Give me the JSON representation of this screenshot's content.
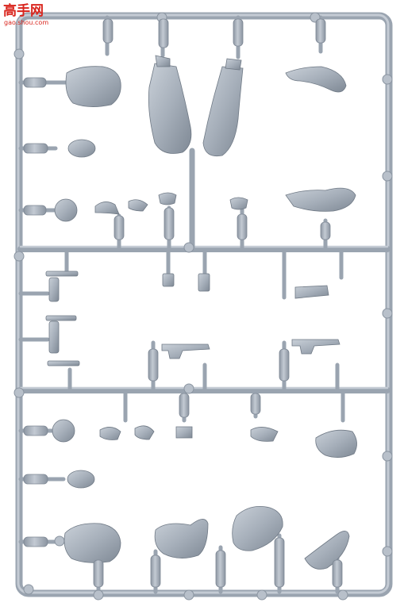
{
  "photo": {
    "subject": "plastic-model-kit-sprue",
    "colors": {
      "plastic": "#a8b1bc",
      "plastic_light": "#c6cdd6",
      "plastic_dark": "#7d8794",
      "background": "#ffffff"
    }
  },
  "watermark": {
    "main_text": "高手网",
    "sub_text": "gao.shou.com",
    "color": "#d9241c",
    "icon": "globe-logo-icon"
  }
}
